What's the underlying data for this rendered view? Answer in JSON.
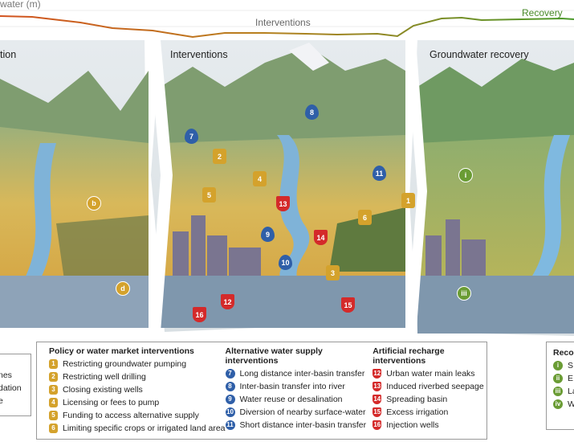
{
  "header": {
    "axis_label": "water (m)",
    "curve_labels": {
      "interventions": "Interventions",
      "recovery": "Recovery"
    }
  },
  "panels": [
    {
      "title": "tion",
      "markers": [
        "b",
        "d"
      ]
    },
    {
      "title": "Interventions",
      "markers": [
        "1",
        "2",
        "3",
        "4",
        "5",
        "6",
        "7",
        "8",
        "9",
        "10",
        "11",
        "12",
        "13",
        "14",
        "15",
        "16"
      ]
    },
    {
      "title": "Groundwater recovery",
      "markers": [
        "i",
        "iii"
      ]
    }
  ],
  "left_legend": {
    "items": [
      "nes",
      "dation",
      "e"
    ]
  },
  "legend": {
    "policy": {
      "title": "Policy or water market interventions",
      "items": [
        {
          "n": "1",
          "label": "Restricting groundwater pumping"
        },
        {
          "n": "2",
          "label": "Restricting well drilling"
        },
        {
          "n": "3",
          "label": "Closing existing wells"
        },
        {
          "n": "4",
          "label": "Licensing or fees to pump"
        },
        {
          "n": "5",
          "label": "Funding to access alternative supply"
        },
        {
          "n": "6",
          "label": "Limiting specific crops or irrigated land area"
        }
      ]
    },
    "alternative": {
      "title": "Alternative water supply interventions",
      "items": [
        {
          "n": "7",
          "label": "Long distance inter-basin transfer"
        },
        {
          "n": "8",
          "label": "Inter-basin transfer into river"
        },
        {
          "n": "9",
          "label": "Water reuse or desalination"
        },
        {
          "n": "10",
          "label": "Diversion of nearby surface-water"
        },
        {
          "n": "11",
          "label": "Short distance inter-basin transfer"
        }
      ]
    },
    "recharge": {
      "title": "Artificial recharge interventions",
      "items": [
        {
          "n": "12",
          "label": "Urban water main leaks"
        },
        {
          "n": "13",
          "label": "Induced riverbed seepage"
        },
        {
          "n": "14",
          "label": "Spreading basin"
        },
        {
          "n": "15",
          "label": "Excess irrigation"
        },
        {
          "n": "16",
          "label": "Injection wells"
        }
      ]
    }
  },
  "recovery_legend": {
    "title": "Reco",
    "items": [
      {
        "n": "i",
        "label": "S"
      },
      {
        "n": "ii",
        "label": "E"
      },
      {
        "n": "iii",
        "label": "La"
      },
      {
        "n": "iv",
        "label": "W"
      }
    ]
  },
  "colors": {
    "policy": "#d4a22c",
    "alternative": "#2f5fa8",
    "recharge": "#d42a2a",
    "recovery": "#6a9c34"
  }
}
